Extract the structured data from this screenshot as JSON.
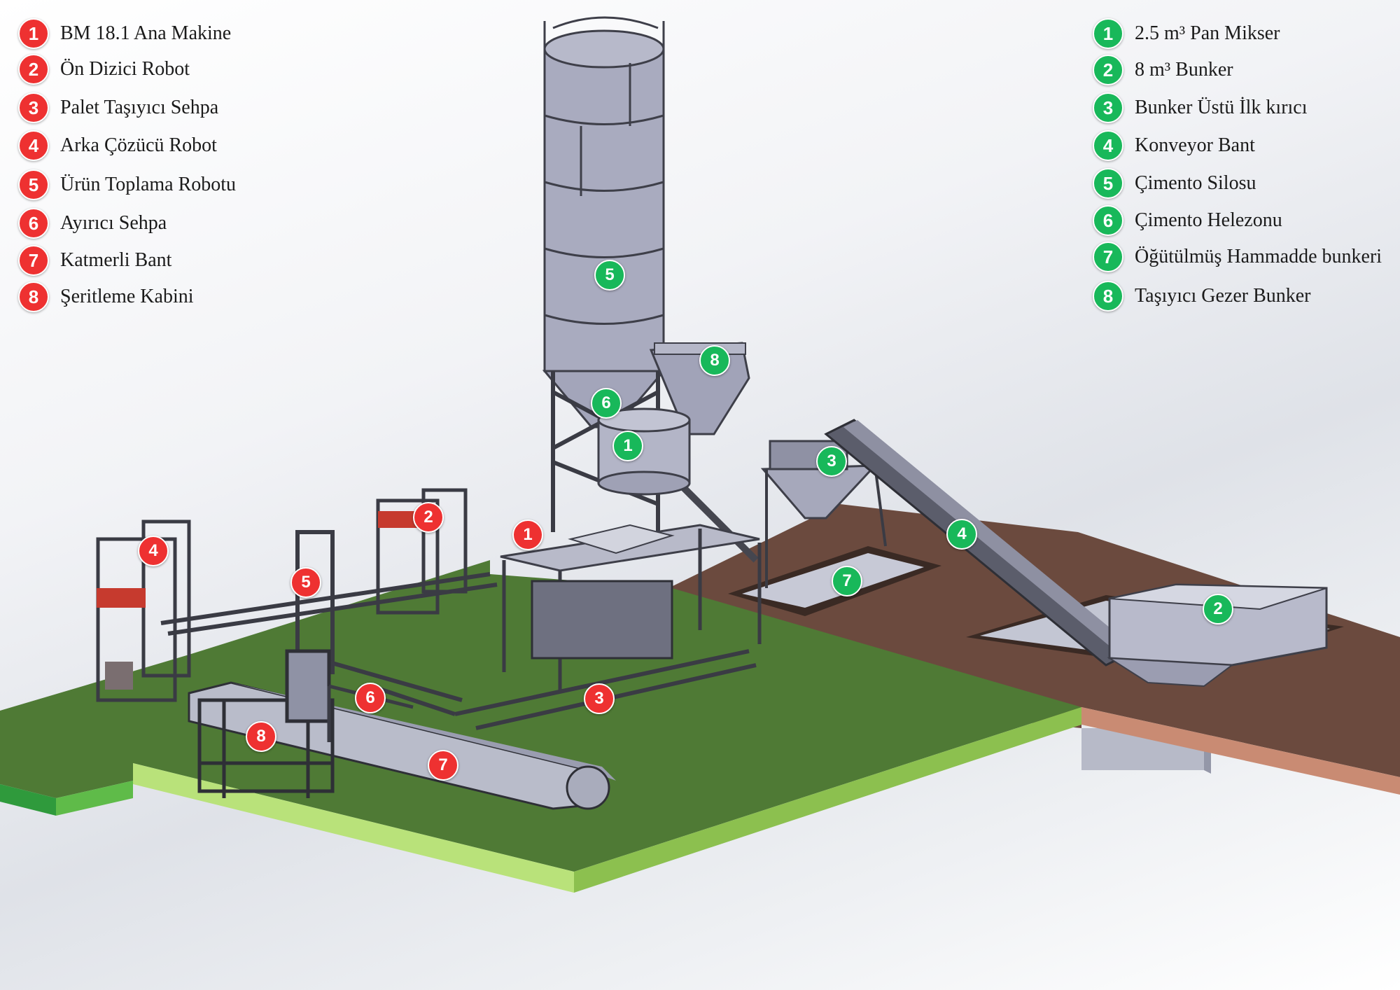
{
  "legend_left": {
    "color": "#ee3131",
    "items": [
      {
        "num": "1",
        "label": "BM 18.1 Ana Makine"
      },
      {
        "num": "2",
        "label": "Ön Dizici Robot"
      },
      {
        "num": "3",
        "label": "Palet Taşıyıcı Sehpa"
      },
      {
        "num": "4",
        "label": "Arka Çözücü Robot"
      },
      {
        "num": "5",
        "label": "Ürün Toplama Robotu"
      },
      {
        "num": "6",
        "label": "Ayırıcı Sehpa"
      },
      {
        "num": "7",
        "label": "Katmerli Bant"
      },
      {
        "num": "8",
        "label": "Şeritleme Kabini"
      }
    ]
  },
  "legend_right": {
    "color": "#18b85a",
    "items": [
      {
        "num": "1",
        "label": "2.5 m³ Pan Mikser"
      },
      {
        "num": "2",
        "label": "8 m³ Bunker"
      },
      {
        "num": "3",
        "label": "Bunker Üstü İlk kırıcı"
      },
      {
        "num": "4",
        "label": "Konveyor Bant"
      },
      {
        "num": "5",
        "label": "Çimento Silosu"
      },
      {
        "num": "6",
        "label": "Çimento Helezonu"
      },
      {
        "num": "7",
        "label": "Öğütülmüş Hammadde bunkeri"
      },
      {
        "num": "8",
        "label": "Taşıyıcı Gezer Bunker"
      }
    ]
  },
  "markers_red": [
    "1",
    "2",
    "3",
    "4",
    "5",
    "6",
    "7",
    "8"
  ],
  "markers_green": [
    "1",
    "2",
    "3",
    "4",
    "5",
    "6",
    "7",
    "8"
  ],
  "colors": {
    "grass": "#4f7a35",
    "grass_edge": "#9fce5a",
    "soil": "#6b4a3e",
    "soil_edge": "#c98b73",
    "metal": "#a7a9bd"
  }
}
